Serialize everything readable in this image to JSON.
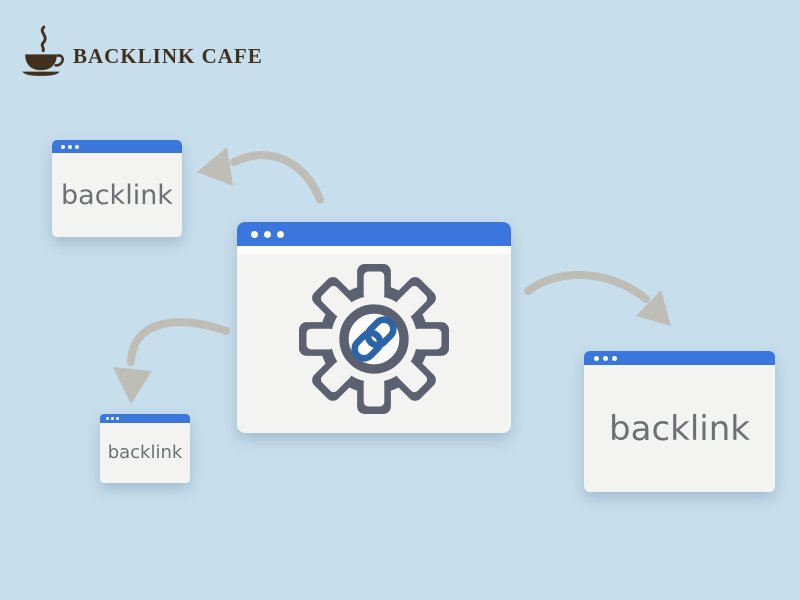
{
  "logo": {
    "brand": "BACKLINK CAFE",
    "icon": "coffee-cup-icon"
  },
  "colors": {
    "background": "#c7deec",
    "titlebar_blue": "#3b76dc",
    "window_body": "#f3f3f1",
    "label_gray": "#6d7175",
    "arrow_gray": "#bdbab1",
    "gear_gray": "#5b6170",
    "link_blue": "#2c64a8",
    "logo_brown": "#42301f"
  },
  "windows": {
    "top_left": {
      "label": "backlink"
    },
    "center": {
      "icon": "gear-link-icon"
    },
    "bottom_left": {
      "label": "backlink"
    },
    "right": {
      "label": "backlink"
    }
  }
}
